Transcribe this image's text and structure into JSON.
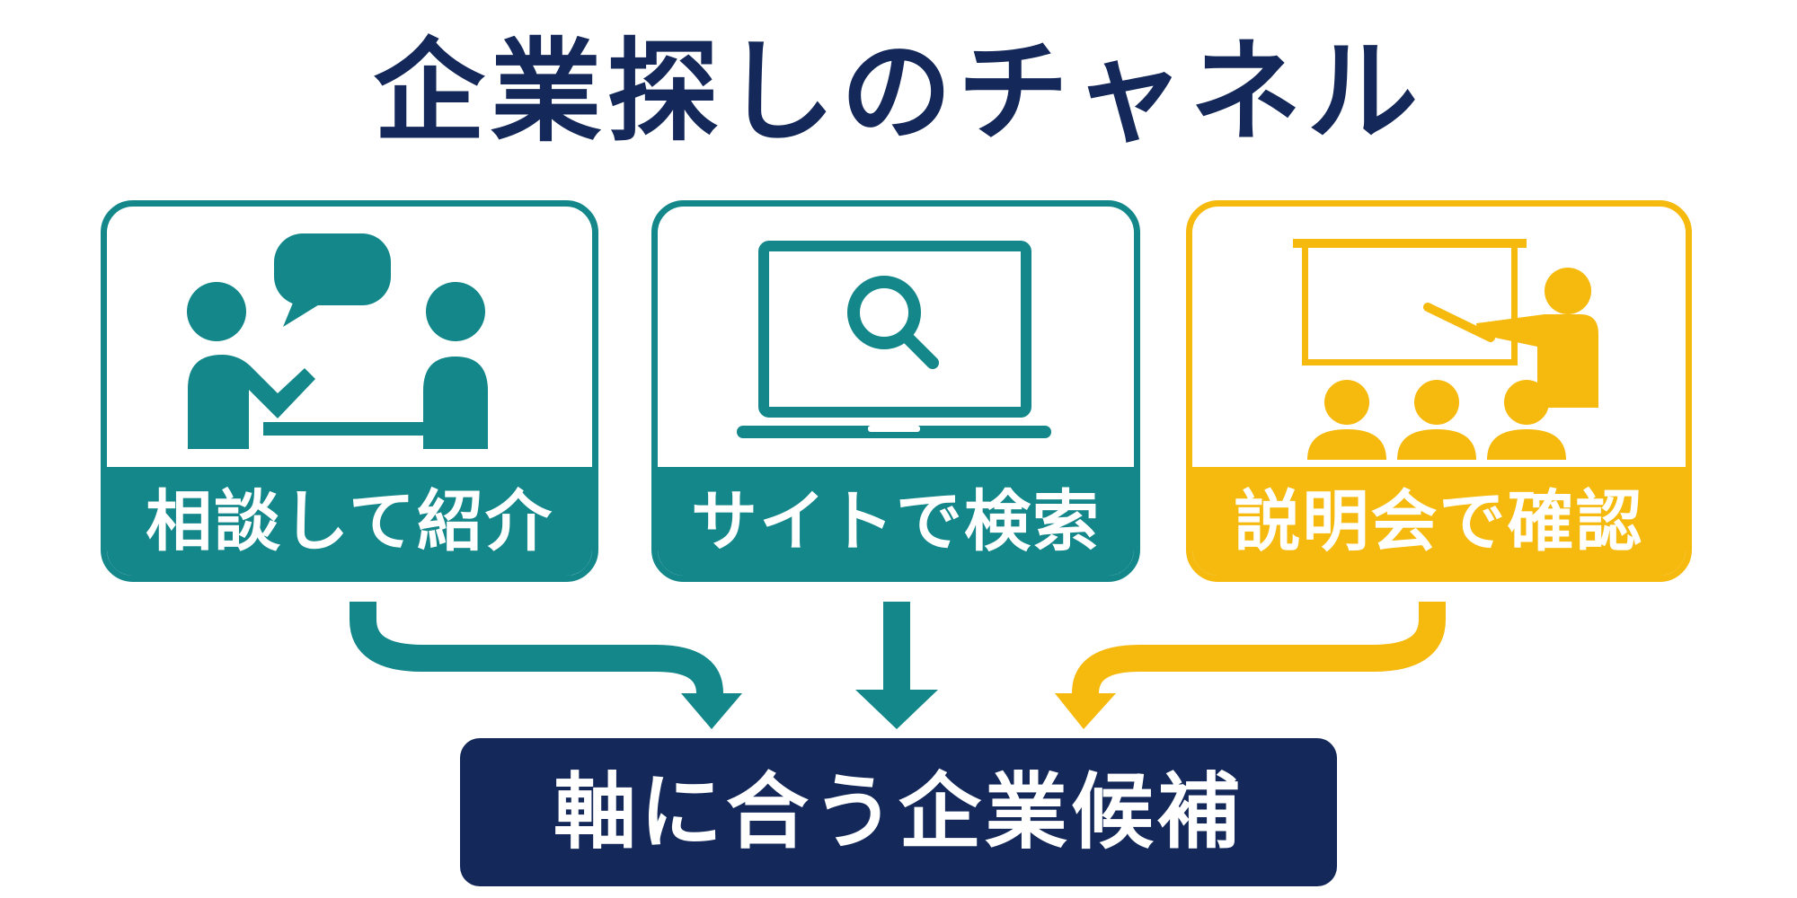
{
  "title": "企業探しのチャネル",
  "channels": [
    {
      "label": "相談して紹介",
      "icon": "consultation-people-icon",
      "color": "#13878a"
    },
    {
      "label": "サイトで検索",
      "icon": "laptop-search-icon",
      "color": "#13878a"
    },
    {
      "label": "説明会で確認",
      "icon": "seminar-presentation-icon",
      "color": "#f6b90d"
    }
  ],
  "result": {
    "label": "軸に合う企業候補",
    "color": "#14285a"
  },
  "colors": {
    "teal": "#13878a",
    "gold": "#f6b90d",
    "navy": "#14285a"
  }
}
